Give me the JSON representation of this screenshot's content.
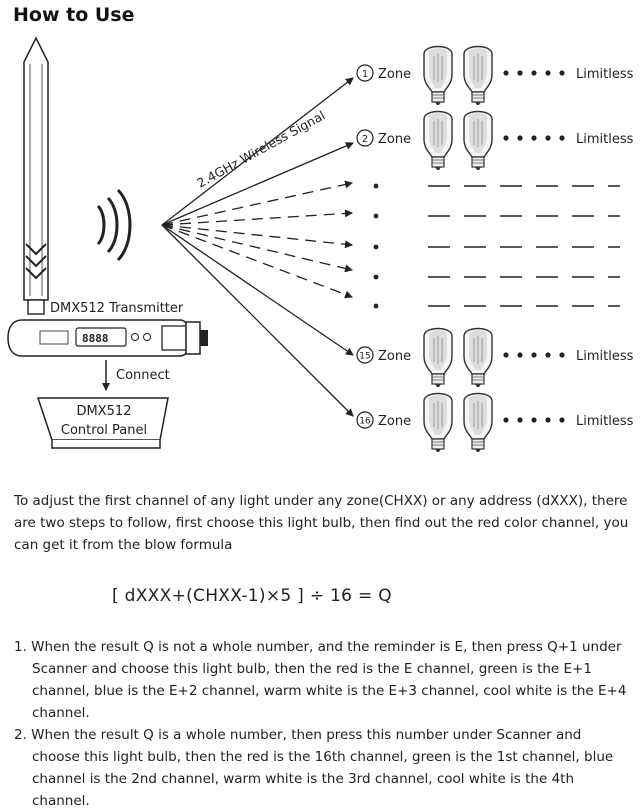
{
  "heading": "How to Use",
  "diagram": {
    "signal_label": "2.4GHz Wireless Signal",
    "transmitter_label": "DMX512 Transmitter",
    "display_digits": "8888",
    "connect_label": "Connect",
    "panel_line1": "DMX512",
    "panel_line2": "Control Panel",
    "zones": [
      {
        "number": "1",
        "label": "Zone",
        "limit": "Limitless"
      },
      {
        "number": "2",
        "label": "Zone",
        "limit": "Limitless"
      },
      {
        "number": "15",
        "label": "Zone",
        "limit": "Limitless"
      },
      {
        "number": "16",
        "label": "Zone",
        "limit": "Limitless"
      }
    ]
  },
  "intro_text": "To adjust the first channel of any light under any zone(CHXX) or any address (dXXX), there are two steps to follow, first choose this light bulb, then find out the red color channel, you can get it from the blow formula",
  "formula": "[ dXXX+(CHXX-1)×5 ] ÷ 16 = Q",
  "notes": [
    "1. When the result Q is not a whole number, and the reminder is E, then press Q+1 under Scanner and choose this light bulb, then the red is the E channel, green is the E+1 channel, blue is the E+2 channel, warm white is the E+3 channel, cool white is the E+4 channel.",
    "2. When the result Q is a whole number, then press this number under Scanner and choose this light bulb, then the red is the 16th channel, green is the 1st   channel, blue channel is the 2nd channel, warm white is the 3rd channel, cool white is the 4th channel."
  ]
}
